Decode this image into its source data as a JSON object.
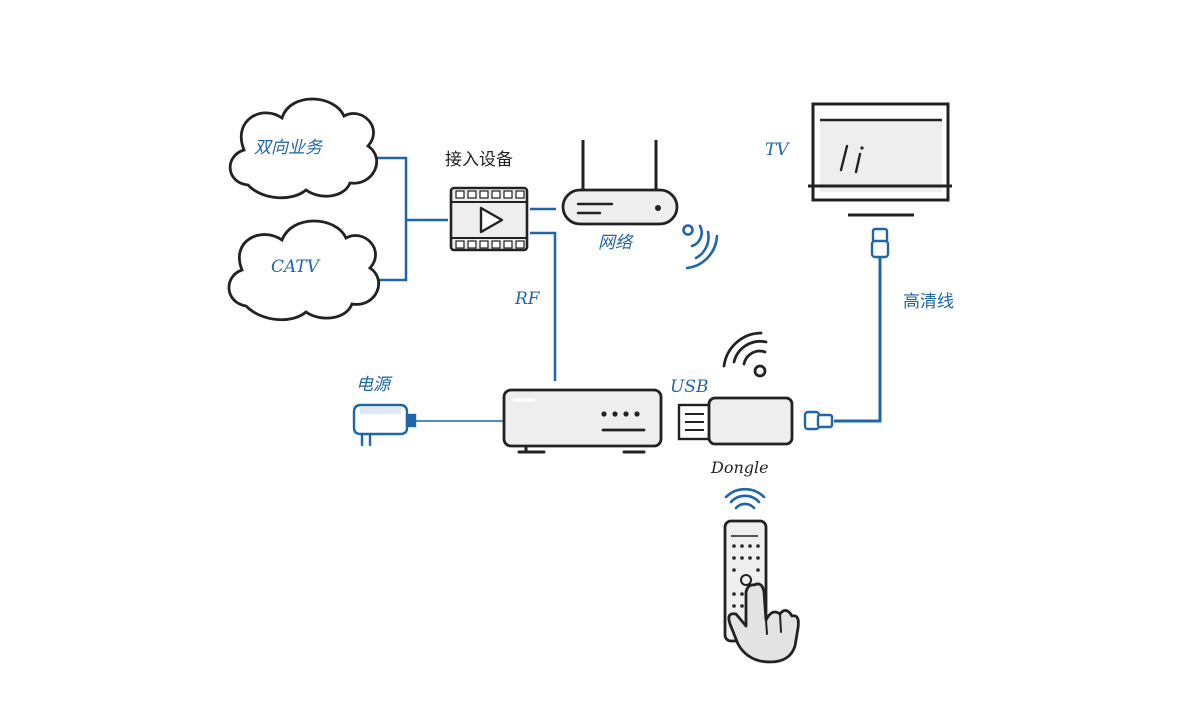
{
  "colors": {
    "accent": "#1f66a6",
    "ink": "#222222",
    "device_fill": "#eeeeee",
    "hand_fill": "#e3e3e3"
  },
  "labels": {
    "two_way_service": "双向业务",
    "catv": "CATV",
    "access_device": "接入设备",
    "network": "网络",
    "tv": "TV",
    "hdmi_cable": "高清线",
    "rf": "RF",
    "power": "电源",
    "usb": "USB",
    "dongle": "Dongle"
  },
  "icons": [
    "cloud-icon",
    "video-play-icon",
    "router-icon",
    "wifi-signal-icon",
    "tv-monitor-icon",
    "hdmi-plug-icon",
    "power-adapter-icon",
    "set-top-box-icon",
    "usb-dongle-icon",
    "remote-control-icon",
    "hand-icon"
  ]
}
